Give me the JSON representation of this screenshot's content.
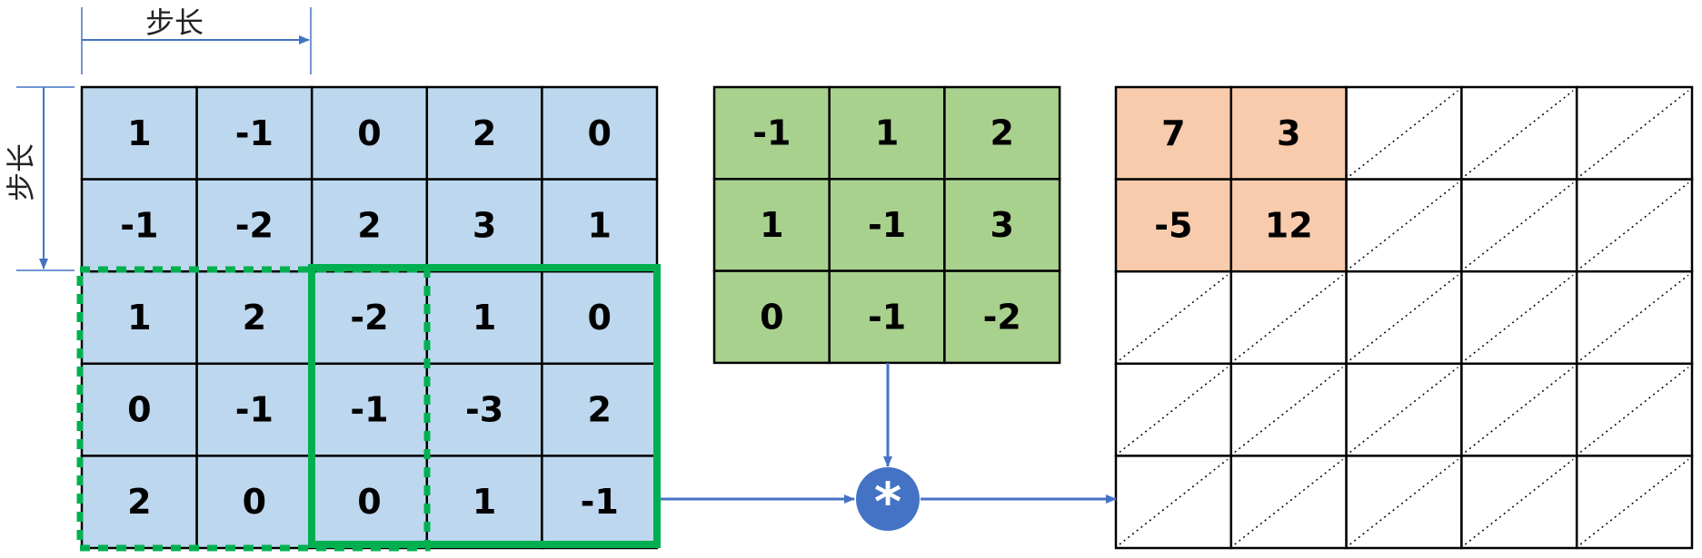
{
  "stride_label": "步长",
  "input_matrix": [
    [
      "1",
      "-1",
      "0",
      "2",
      "0"
    ],
    [
      "-1",
      "-2",
      "2",
      "3",
      "1"
    ],
    [
      "1",
      "2",
      "-2",
      "1",
      "0"
    ],
    [
      "0",
      "-1",
      "-1",
      "-3",
      "2"
    ],
    [
      "2",
      "0",
      "0",
      "1",
      "-1"
    ]
  ],
  "kernel_matrix": [
    [
      "-1",
      "1",
      "2"
    ],
    [
      "1",
      "-1",
      "3"
    ],
    [
      "0",
      "-1",
      "-2"
    ]
  ],
  "output_matrix": [
    [
      "7",
      "3",
      "",
      "",
      ""
    ],
    [
      "-5",
      "12",
      "",
      "",
      ""
    ],
    [
      "",
      "",
      "",
      "",
      ""
    ],
    [
      "",
      "",
      "",
      "",
      ""
    ],
    [
      "",
      "",
      "",
      "",
      ""
    ]
  ],
  "operator_symbol": "*",
  "colors": {
    "input_fill": "#BDD7EE",
    "kernel_fill": "#A9D18E",
    "output_filled": "#F8CBAD",
    "window_green": "#00B050",
    "arrow_blue": "#4472C4",
    "operator_fill": "#4472C4"
  }
}
